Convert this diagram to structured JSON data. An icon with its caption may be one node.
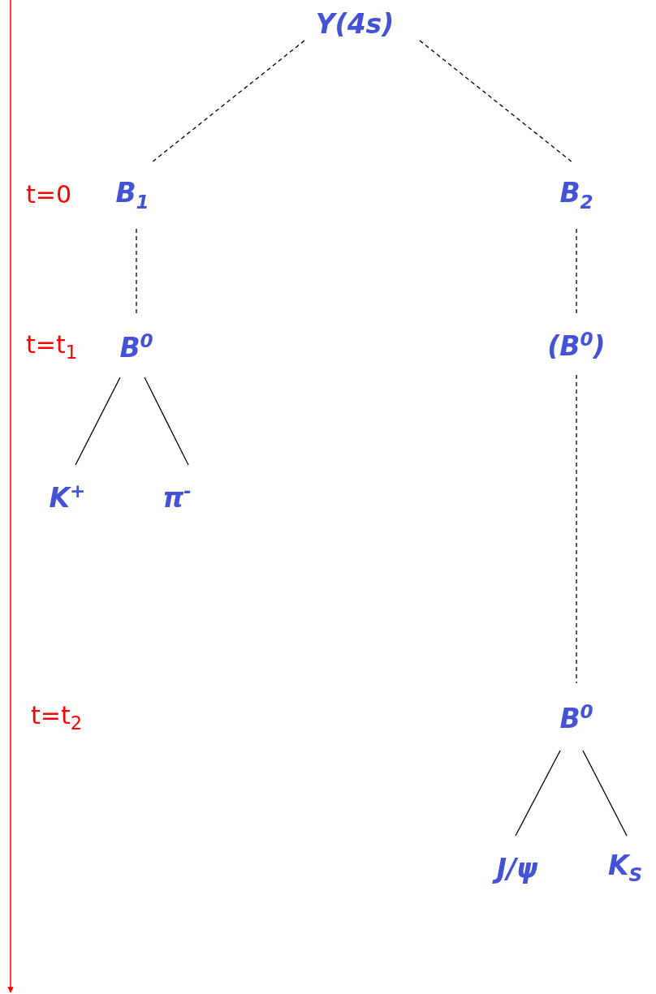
{
  "diagram": {
    "nodes": [
      {
        "text": [
          "Y(4s)"
        ]
      },
      {
        "text": [
          "B$_{1}$"
        ]
      },
      {
        "text": [
          "B$_{2}$"
        ]
      },
      {
        "text": [
          "B$^{0}$"
        ]
      },
      {
        "text": [
          "(B$^{0}$)"
        ]
      },
      {
        "text": [
          "K$^{+}$"
        ]
      },
      {
        "text": [
          "π$^{-}$"
        ]
      },
      {
        "text": [
          "B$^{0}$"
        ]
      },
      {
        "text": [
          "J/ψ"
        ]
      },
      {
        "text": [
          "K$_{S}$"
        ]
      }
    ],
    "edges": [
      {
        "from": 0,
        "to": 1,
        "arrow": "none",
        "style": "dashed"
      },
      {
        "from": 0,
        "to": 2,
        "arrow": "none",
        "style": "dashed"
      },
      {
        "from": 1,
        "to": 3,
        "arrow": "none",
        "style": "dashed"
      },
      {
        "from": 2,
        "to": 4,
        "arrow": "none",
        "style": "dashed"
      },
      {
        "from": 3,
        "to": 5,
        "arrow": "none"
      },
      {
        "from": 3,
        "to": 6,
        "arrow": "none"
      },
      {
        "from": 4,
        "to": 7,
        "arrow": "none",
        "style": "dashed"
      },
      {
        "from": 7,
        "to": 8,
        "arrow": "none"
      },
      {
        "from": 7,
        "to": 9,
        "arrow": "none"
      }
    ],
    "labels": [
      "t=0",
      "t=t$_{1}$",
      "t=t$_{2}$"
    ]
  }
}
